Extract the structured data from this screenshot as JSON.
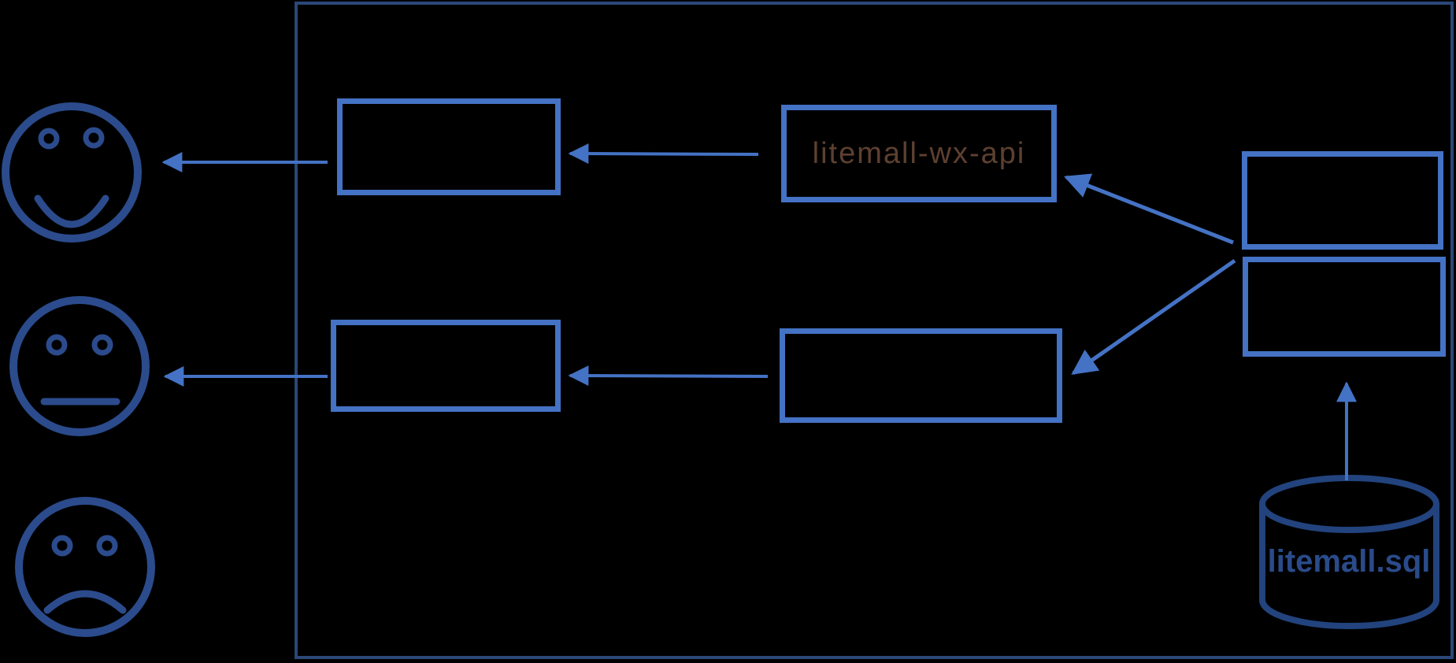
{
  "diagram": {
    "nodes": {
      "row1_left_box": {
        "label": ""
      },
      "wx_api_box": {
        "label": "litemall-wx-api"
      },
      "row2_left_box": {
        "label": ""
      },
      "row2_mid_box": {
        "label": ""
      },
      "right_top_box": {
        "label": ""
      },
      "right_bottom_box": {
        "label": ""
      },
      "database": {
        "label": "litemall.sql"
      }
    },
    "actors": {
      "top": "happy-face",
      "middle": "neutral-face",
      "bottom": "sad-face"
    },
    "colors": {
      "background": "#000000",
      "box_border": "#4472C4",
      "arrow": "#4472C4",
      "actor_stroke": "#2B4B8C",
      "database_stroke": "#22437D",
      "api_label_color": "#5D4030",
      "database_label_color": "#2A4B8A",
      "container_border": "#2B4778"
    }
  }
}
